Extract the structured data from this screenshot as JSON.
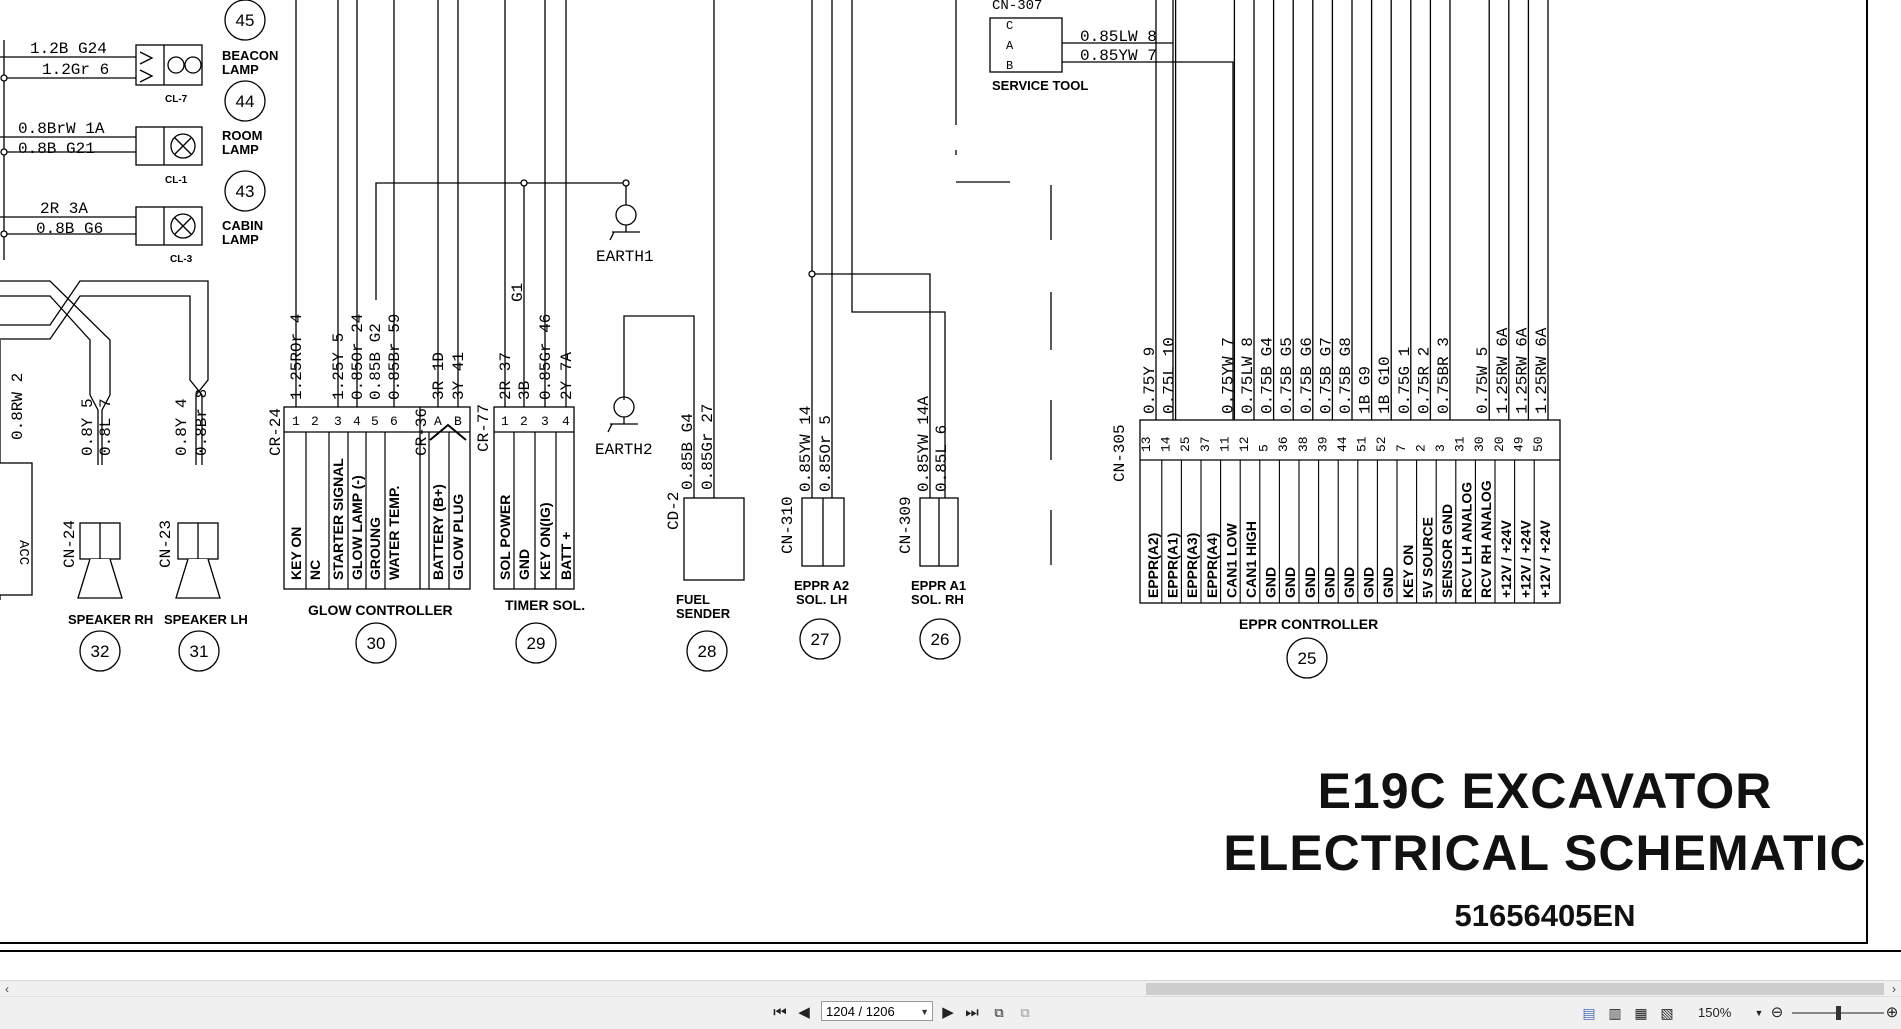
{
  "title": {
    "line1": "E19C EXCAVATOR",
    "line2": "ELECTRICAL SCHEMATIC",
    "doc_number": "51656405EN"
  },
  "lamps": {
    "beacon": {
      "ref": "45",
      "name1": "BEACON",
      "name2": "LAMP",
      "conn": "CL-7",
      "wires": [
        "1.2B G24",
        "1.2Gr 6"
      ]
    },
    "room": {
      "ref": "44",
      "name1": "ROOM",
      "name2": "LAMP",
      "conn": "CL-1",
      "wires": [
        "0.8BrW 1A",
        "0.8B G21"
      ]
    },
    "cabin": {
      "ref": "43",
      "name1": "CABIN",
      "name2": "LAMP",
      "conn": "CL-3",
      "wires": [
        "2R 3A",
        "0.8B G6"
      ]
    }
  },
  "earth": {
    "earth1": "EARTH1",
    "earth2": "EARTH2"
  },
  "service_tool": {
    "conn": "CN-307",
    "name": "SERVICE TOOL",
    "wires": [
      "0.85LW 8",
      "0.85YW 7"
    ],
    "pins": [
      "C",
      "A",
      "B"
    ]
  },
  "speakers": {
    "rh": {
      "ref": "32",
      "name": "SPEAKER RH",
      "conn": "CN-24",
      "wires": [
        "0.8Y 5",
        "0.8L 7"
      ]
    },
    "lh": {
      "ref": "31",
      "name": "SPEAKER LH",
      "conn": "CN-23",
      "wires": [
        "0.8Y 4",
        "0.8Br 8"
      ]
    },
    "left_wire": "0.8RW 2",
    "left_label": "ACC"
  },
  "glow_controller": {
    "ref": "30",
    "name": "GLOW CONTROLLER",
    "conn": "CR-24",
    "conn2": "CR-36",
    "wires": [
      "1.25ROr 4",
      "",
      "1.25Y 5",
      "0.85Or 24",
      "0.85B G2",
      "0.85Br 59",
      "3R 1D",
      "3Y 41"
    ],
    "funcs": [
      "KEY ON",
      "NC",
      "STARTER SIGNAL",
      "GLOW LAMP (-)",
      "GROUNG",
      "WATER TEMP.",
      "BATTERY (B+)",
      "GLOW PLUG"
    ]
  },
  "timer_sol": {
    "ref": "29",
    "name": "TIMER SOL.",
    "conn": "CR-77",
    "wires": [
      "2R 37",
      "3B",
      "0.85Gr 46",
      "2Y 7A"
    ],
    "top": "G1",
    "funcs": [
      "SOL POWER",
      "GND",
      "KEY ON(IG)",
      "BATT +"
    ]
  },
  "fuel_sender": {
    "ref": "28",
    "name1": "FUEL",
    "name2": "SENDER",
    "conn": "CD-2",
    "wires": [
      "0.85B G4",
      "0.85Gr 27"
    ]
  },
  "eppr_a2": {
    "ref": "27",
    "name1": "EPPR A2",
    "name2": "SOL. LH",
    "conn": "CN-310",
    "wires": [
      "0.85YW 14",
      "0.85Or 5"
    ]
  },
  "eppr_a1": {
    "ref": "26",
    "name1": "EPPR A1",
    "name2": "SOL. RH",
    "conn": "CN-309",
    "wires": [
      "0.85YW 14A",
      "0.85L 6"
    ]
  },
  "eppr_controller": {
    "ref": "25",
    "name": "EPPR CONTROLLER",
    "conn": "CN-305",
    "pins": [
      "13",
      "14",
      "25",
      "37",
      "11",
      "12",
      "5",
      "36",
      "38",
      "39",
      "44",
      "51",
      "52",
      "7",
      "2",
      "3",
      "31",
      "30",
      "20",
      "49",
      "50"
    ],
    "wires": [
      "0.75Y 9",
      "0.75L 10",
      "",
      "",
      "0.75YW 7",
      "0.75LW 8",
      "0.75B G4",
      "0.75B G5",
      "0.75B G6",
      "0.75B G7",
      "0.75B G8",
      "1B G9",
      "1B G10",
      "0.75G 1",
      "0.75R 2",
      "0.75BR 3",
      "",
      "0.75W 5",
      "1.25RW 6A",
      "1.25RW 6A",
      "1.25RW 6A"
    ],
    "funcs": [
      "EPPR(A2)",
      "EPPR(A1)",
      "EPPR(A3)",
      "EPPR(A4)",
      "CAN1 LOW",
      "CAN1 HIGH",
      "GND",
      "GND",
      "GND",
      "GND",
      "GND",
      "GND",
      "GND",
      "KEY ON",
      "5V SOURCE",
      "SENSOR GND",
      "RCV LH ANALOG",
      "RCV RH ANALOG",
      "+12V / +24V",
      "+12V / +24V",
      "+12V / +24V"
    ]
  },
  "viewer": {
    "page": "1204 / 1206",
    "zoom": "150%"
  }
}
